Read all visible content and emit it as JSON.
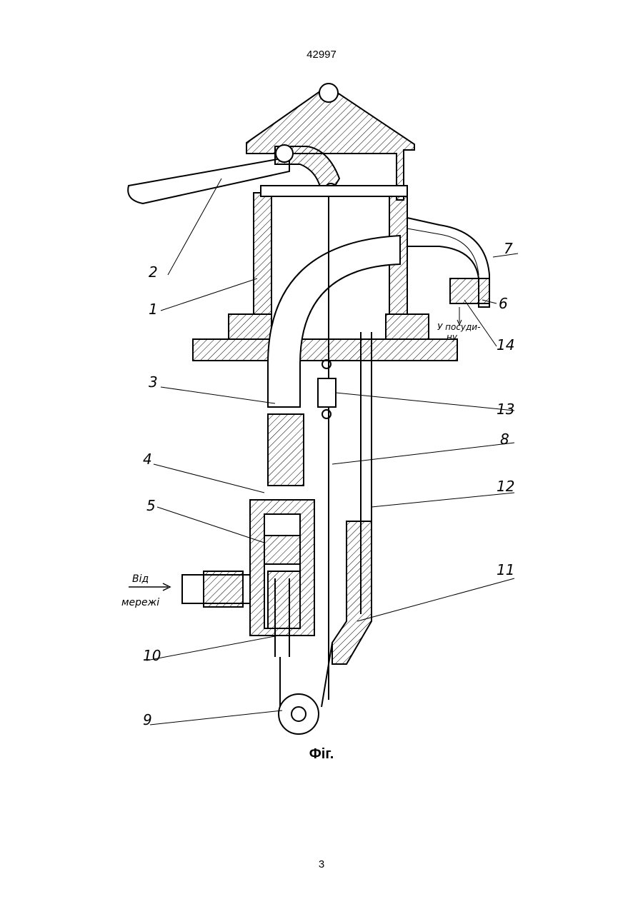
{
  "document": {
    "header_number": "42997",
    "figure_caption": "Фіг.",
    "page_number": "3"
  },
  "drawing": {
    "callouts": [
      "1",
      "2",
      "3",
      "4",
      "5",
      "6",
      "7",
      "8",
      "9",
      "10",
      "11",
      "12",
      "13",
      "14"
    ],
    "inlet_label_line1": "Від",
    "inlet_label_line2": "мережі",
    "outlet_label_line1": "У посуди-",
    "outlet_label_line2": "ну"
  }
}
